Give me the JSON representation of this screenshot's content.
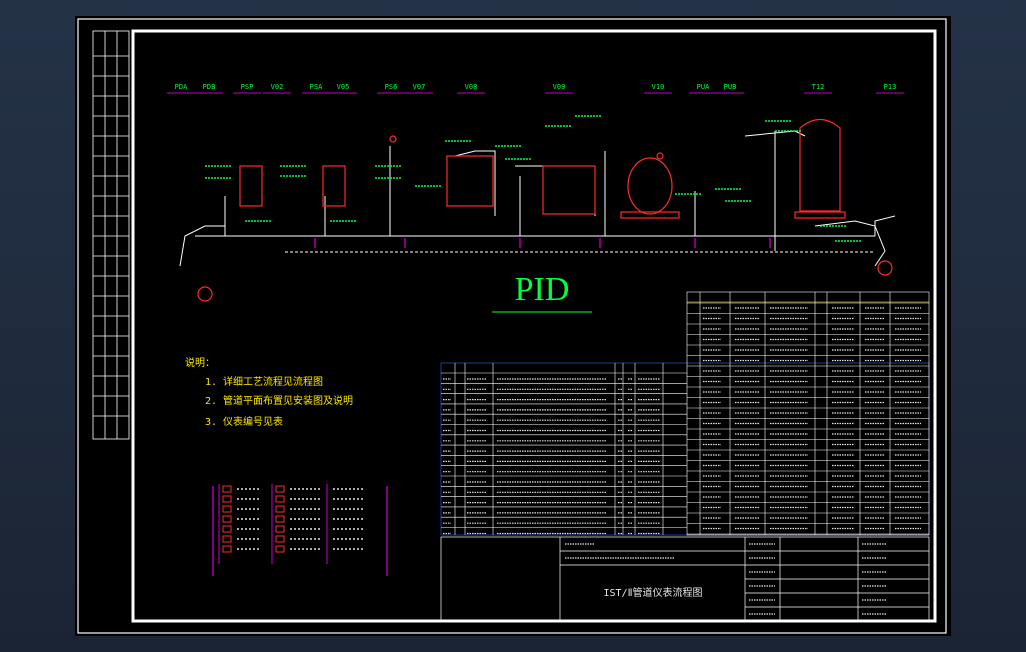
{
  "viewer": {
    "background_color": "#1f2a3a",
    "sheet_color": "#000000"
  },
  "drawing": {
    "title_big": "PID",
    "title_block_name": "IST/Ⅱ管道仪表流程图",
    "colors": {
      "frame": "#ffffff",
      "pipe": "#ffffff",
      "equipment": "#ff2a2a",
      "instrument": "#00ff3c",
      "tag_underline": "#ff00ff",
      "table_lines": "#ffffff",
      "table_accent": "#ffff00",
      "cyan": "#00e5ff"
    },
    "equipment_tags": [
      "PDA",
      "PDB",
      "PSP",
      "V02",
      "PSA",
      "V05",
      "PS6",
      "V07",
      "V08",
      "V09",
      "V10",
      "PUA",
      "PUB",
      "T12",
      "P13"
    ],
    "notes": {
      "heading": "说明：",
      "items": [
        "1. 详细工艺流程见流程图",
        "2. 管道平面布置见安装图及说明",
        "3. 仪表编号见表"
      ]
    }
  }
}
